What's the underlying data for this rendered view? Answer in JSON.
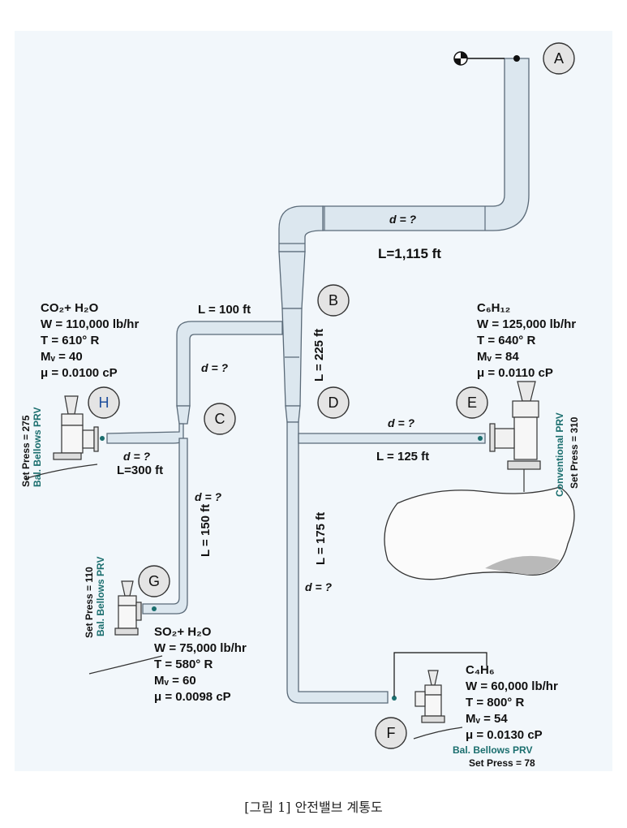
{
  "caption": "[그림 1] 안전밸브 계통도",
  "colors": {
    "pipe_fill": "#dce7ef",
    "pipe_stroke": "#5a6a78",
    "node_fill": "#e4e4e4",
    "teal": "#1a6e6e",
    "background_panel": "#f2f7fb"
  },
  "nodes": {
    "A": "A",
    "B": "B",
    "C": "C",
    "D": "D",
    "E": "E",
    "F": "F",
    "G": "G",
    "H": "H"
  },
  "segments": {
    "main_d": "d = ?",
    "main_L": "L=1,115 ft",
    "b_L": "L = 225 ft",
    "c_L": "L = 100 ft",
    "c_d": "d = ?",
    "h_d": "d = ?",
    "h_L": "L=300 ft",
    "g_d": "d = ?",
    "g_L": "L = 150 ft",
    "e_d": "d = ?",
    "e_L": "L = 125 ft",
    "f_d": "d = ?",
    "f_L": "L = 175 ft"
  },
  "streams": {
    "H": {
      "formula": "CO₂+ H₂O",
      "w": "W = 110,000 lb/hr",
      "t": "T = 610° R",
      "mw": "Mᵥ = 40",
      "mu": "μ = 0.0100 cP",
      "valve": "Bal. Bellows PRV",
      "set": "Set Press = 275"
    },
    "E": {
      "formula": "C₆H₁₂",
      "w": "W = 125,000 lb/hr",
      "t": "T = 640° R",
      "mw": "Mᵥ = 84",
      "mu": "μ = 0.0110 cP",
      "valve": "Conventional PRV",
      "set": "Set Press = 310"
    },
    "G": {
      "formula": "SO₂+ H₂O",
      "w": "W = 75,000 lb/hr",
      "t": "T = 580° R",
      "mw": "Mᵥ = 60",
      "mu": "μ = 0.0098 cP",
      "valve": "Bal. Bellows PRV",
      "set": "Set Press = 110"
    },
    "F": {
      "formula": "C₄H₆",
      "w": "W = 60,000 lb/hr",
      "t": "T = 800° R",
      "mw": "Mᵥ = 54",
      "mu": "μ = 0.0130 cP",
      "valve": "Bal. Bellows PRV",
      "set": "Set Press = 78"
    }
  }
}
